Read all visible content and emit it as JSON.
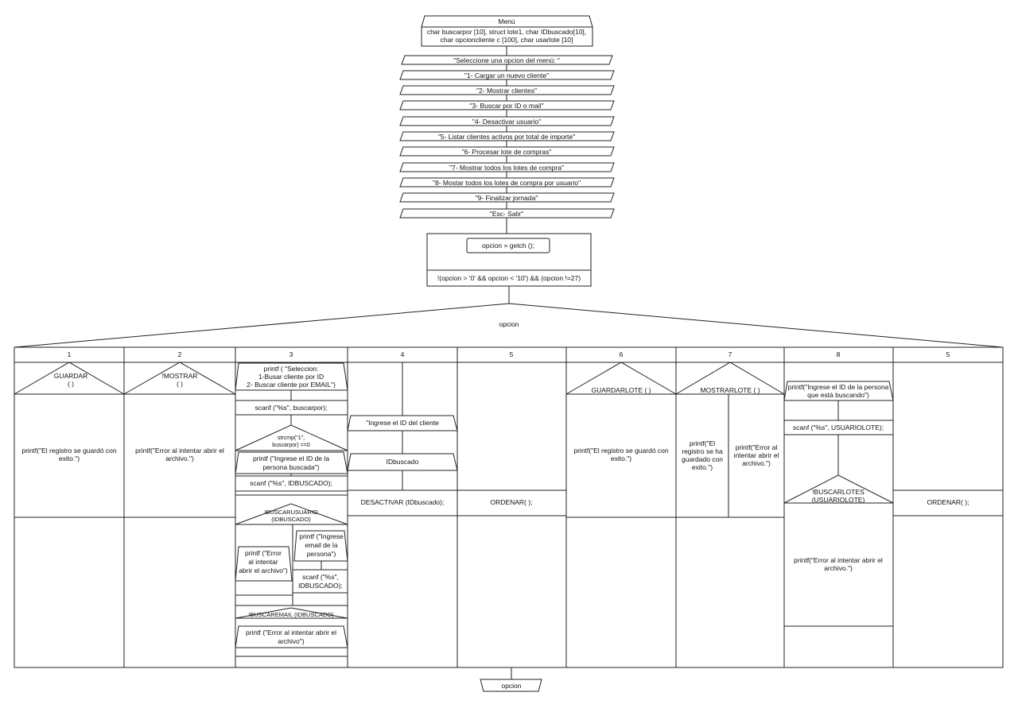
{
  "header": {
    "title": "Menú",
    "declarations": [
      "char buscarpor [10], struct lote1, char IDbuscado[10],",
      "char opcioncliente c [100], char usarlote [10]"
    ]
  },
  "menu_prints": [
    "\"Seleccione una opcion del menú: \"",
    "\"1- Cargar un nuevo cliente\"",
    "\"2- Mostrar clientes\"",
    "\"3- Buscar por ID o mail\"",
    "\"4- Desactivar usuario\"",
    "\"5- Listar clientes activos por total de importe\"",
    "\"6- Procesar lote de compras\"",
    "\"7- Mostrar todos los lotes de compra\"",
    "\"8- Mostar todos los lotes de compra por usuario\"",
    "\"9- Finalizar jornada\"",
    "\"Esc- Salir\""
  ],
  "loop": {
    "body": "opcion = getch ();",
    "condition": "!(opcion > '0' && opcion < '10') && (opcion !=27)"
  },
  "switch": {
    "label": "opcion",
    "cases": [
      "1",
      "2",
      "3",
      "4",
      "5",
      "6",
      "7",
      "8",
      "5"
    ]
  },
  "case1": {
    "cond": [
      "GUARDAR",
      "( )"
    ],
    "text": [
      "printf(\"El registro se guardó con",
      "exito.\")"
    ]
  },
  "case2": {
    "cond": [
      "!MOSTRAR",
      "( )"
    ],
    "text": [
      "printf(\"Error al intentar abrir el",
      "archivo.\")"
    ]
  },
  "case3": {
    "print_select": [
      "printf ( \"Seleccion:",
      "1-Busar cliente por ID",
      "2- Buscar cliente por EMAIL\")"
    ],
    "scan_buscarpor": "scanf (\"%s\", buscarpor);",
    "strcmp": [
      "strcmp(\"1\",",
      "buscarpor) ==0"
    ],
    "print_id": [
      "printf (\"Ingrese el ID de la",
      "persona buscada\")"
    ],
    "scan_id": "scanf (\"%s\", IDBUSCADO);",
    "cond_user": [
      "!BUSCARUSUARIO",
      "(IDBUSCADO)"
    ],
    "error_left": [
      "printf (\"Error",
      "al intentar",
      "abrir el archivo\")"
    ],
    "print_email": [
      "printf (\"Ingrese",
      "email de la",
      "persona\")"
    ],
    "scan_email": [
      "scanf (\"%s\",",
      "IDBUSCADO);"
    ],
    "cond_email": "!BUSCAREMAIL (IDBUSCADO)",
    "error_email": [
      "printf (\"Error al intentar abrir el",
      "archivo\")"
    ]
  },
  "case4": {
    "print": "\"Ingrese el ID del cliente",
    "var": "IDbuscado",
    "call": "DESACTIVAR (IDbuscado);"
  },
  "case5a": {
    "call": "ORDENAR( );"
  },
  "case6": {
    "cond": "GUARDARLOTE ( )",
    "text": [
      "printf(\"El registro se guardó con",
      "exito.\")"
    ]
  },
  "case7": {
    "cond": "MOSTRARLOTE ( )",
    "yes_text": [
      "printf(\"El",
      "registro se ha",
      "guardado con",
      "exito.\")"
    ],
    "no_text": [
      "printf(\"Error al",
      "intentar abrir el",
      "archivo.\")"
    ]
  },
  "case8": {
    "print": [
      "printf(\"Ingrese el ID de la persona",
      "que está buscando\")"
    ],
    "scan": "scanf (\"%s\", USUARIOLOTE);",
    "cond": [
      "!BUSCARLOTES",
      "(USUARIOLOTE)"
    ],
    "error": [
      "printf(\"Error al intentar abrir el",
      "archivo.\")"
    ]
  },
  "case5b": {
    "call": "ORDENAR( );"
  },
  "footer": {
    "var": "opcion"
  }
}
